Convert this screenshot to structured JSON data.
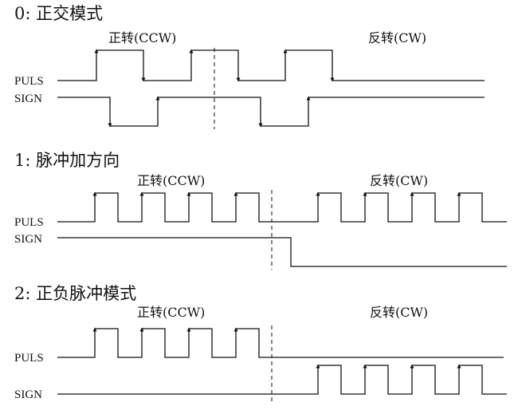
{
  "sections": [
    {
      "title": "0: 正交模式",
      "ccw_label": "正转(CCW)",
      "cw_label": "反转(CW)",
      "puls_label": "PULS",
      "sign_label": "SIGN"
    },
    {
      "title": "1: 脉冲加方向",
      "ccw_label": "正转(CCW)",
      "cw_label": "反转(CW)",
      "puls_label": "PULS",
      "sign_label": "SIGN"
    },
    {
      "title": "2: 正负脉冲模式",
      "ccw_label": "正转(CCW)",
      "cw_label": "反转(CW)",
      "puls_label": "PULS",
      "sign_label": "SIGN"
    }
  ]
}
